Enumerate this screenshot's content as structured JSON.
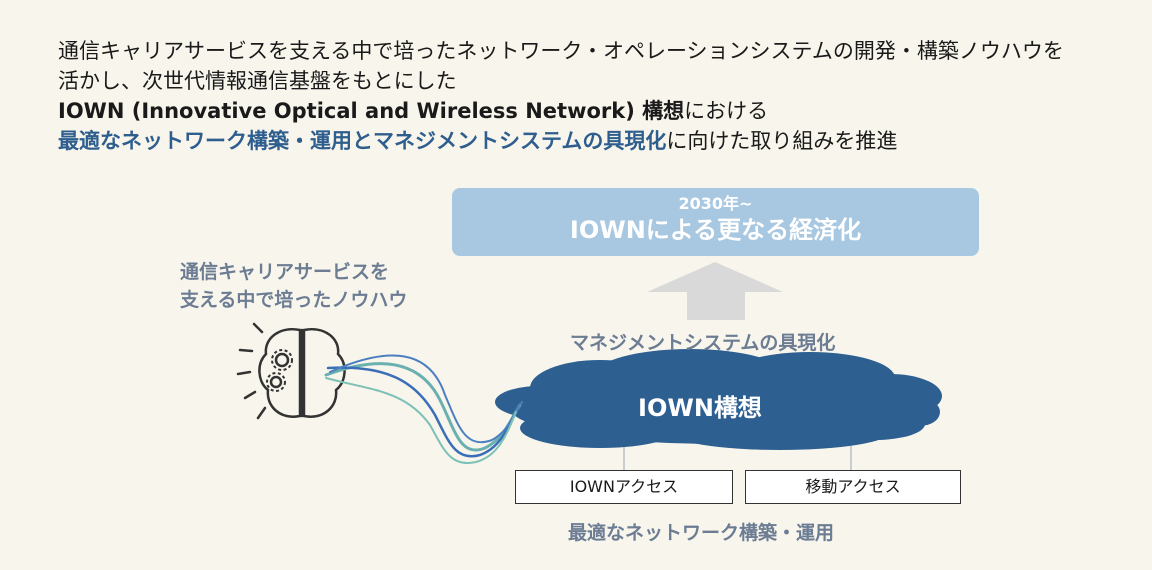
{
  "heading": {
    "line1": "通信キャリアサービスを支える中で培ったネットワーク・オペレーションシステムの開発・構築ノウハウを",
    "line2": "活かし、次世代情報通信基盤をもとにした",
    "line3_bold": "IOWN (Innovative Optical and Wireless Network) 構想",
    "line3_plain": "における",
    "line4_accent": "最適なネットワーク構築・運用とマネジメントシステムの具現化",
    "line4_plain": "に向けた取り組みを推進"
  },
  "goal": {
    "year": "2030年~",
    "text": "IOWNによる更なる経済化"
  },
  "knowhow": {
    "line1": "通信キャリアサービスを",
    "line2": "支える中で培ったノウハウ"
  },
  "management_label": "マネジメントシステムの具現化",
  "cloud_label": "IOWN構想",
  "access": [
    "IOWNアクセス",
    "移動アクセス"
  ],
  "build_label": "最適なネットワーク構築・運用",
  "colors": {
    "background": "#f8f5ec",
    "accent_blue": "#2e5e8e",
    "goal_box": "#a8c7e0",
    "cloud": "#2d5f91",
    "label_gray": "#6b7c93",
    "arrow": "#d9d9d9"
  }
}
